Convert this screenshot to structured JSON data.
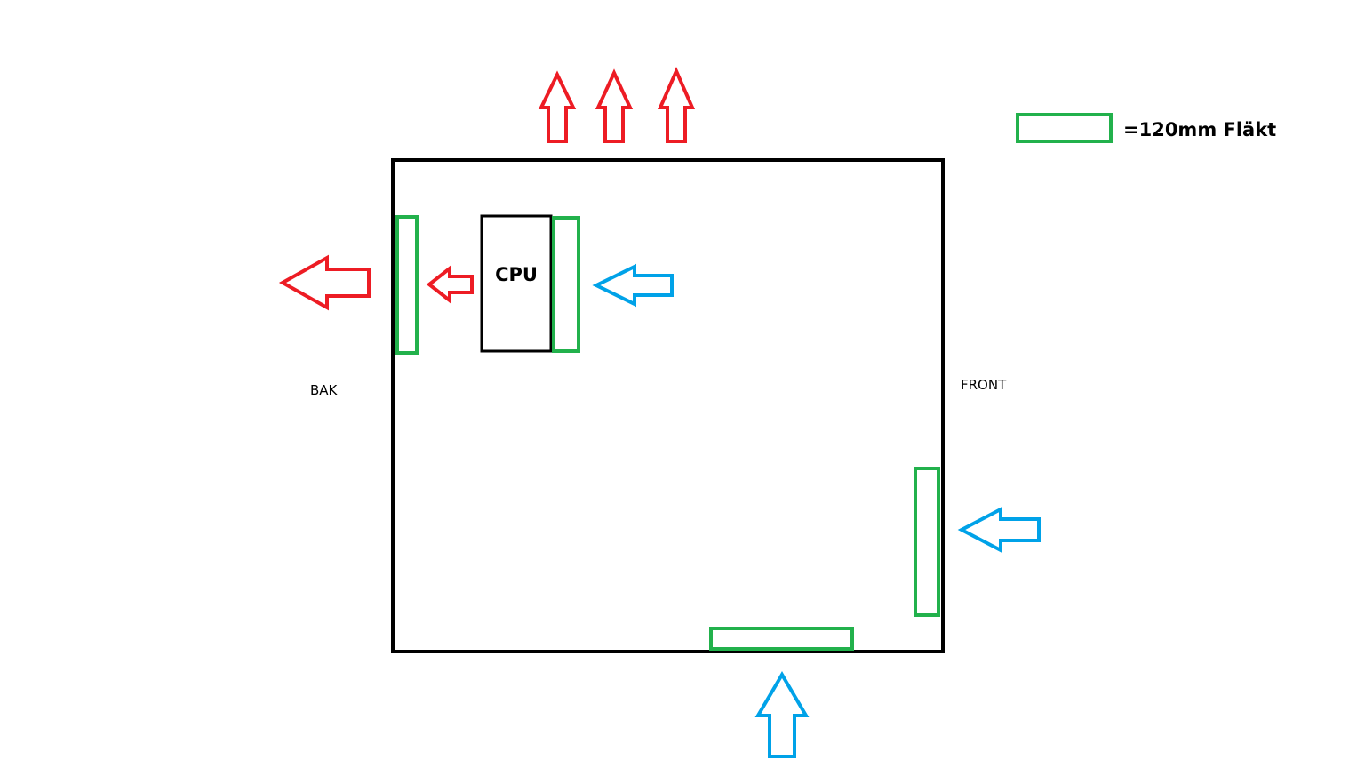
{
  "labels": {
    "cpu": "CPU",
    "legend": "=120mm Fläkt",
    "back": "BAK",
    "front": "FRONT"
  },
  "colors": {
    "case_outline": "#000000",
    "fan": "#22b14c",
    "exhaust_arrow": "#ed1c24",
    "intake_arrow": "#00a2e8"
  }
}
